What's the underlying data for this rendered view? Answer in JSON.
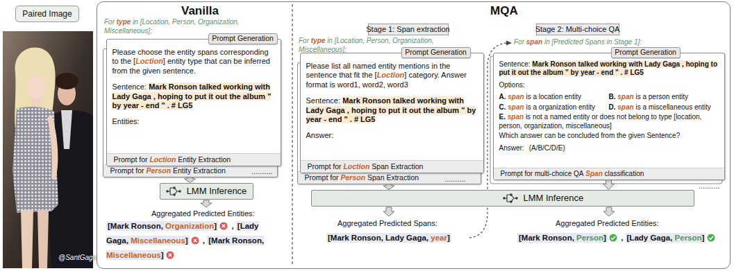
{
  "diagram": {
    "nodes": [
      {
        "text": [
          "Paired Image"
        ]
      },
      {
        "text": [
          "Vanilla",
          "MQA"
        ]
      },
      {
        "text": [
          "Prompt for",
          "Person",
          "Entity Extraction"
        ],
        "in": 1
      },
      {
        "text": [
          "Please choose the entity spans corresponding to the [",
          "Loction",
          "] entity type that can be inferred from the given sentence.",
          "Sentence:",
          "Mark Ronson talked working with Lady Gaga , hoping to put it out the album \" by year - end \" . # LG5",
          "Entities:",
          "Prompt for",
          "Loction",
          "Entity Extraction"
        ],
        "in": 1
      },
      {
        "text": [
          "Prompt Generation"
        ],
        "in": 3
      },
      {
        "text": [
          "LMM Inference"
        ],
        "in": 1
      },
      {
        "text": [
          "Stage 1: Span extraction"
        ],
        "in": 1
      },
      {
        "text": [
          "Prompt for",
          "Person",
          "Span Extraction"
        ],
        "in": 1
      },
      {
        "text": [
          "Please list all named entity mentions in the sentence that fit the [",
          "Loction",
          "] category. Answer format is word1, word2, word3",
          "Sentence:",
          "Mark Ronson talked working with Lady Gaga , hoping to put it out the album \" by year - end \" . # LG5",
          "Answer:",
          "Prompt for",
          "Loction",
          "Span Extraction"
        ],
        "in": 1
      },
      {
        "text": [
          "Prompt Generation"
        ],
        "in": 8
      },
      {
        "text": [
          "Stage 2: Multi-choice QA"
        ],
        "in": 1
      },
      {
        "text": [
          "Sentence:",
          "Mark Ronson talked working with Lady Gaga , hoping to put it out the album \" by year - end \" . # LG5",
          "Options:",
          "A.",
          "span",
          "is a location entity",
          "B.",
          "span",
          "is a person entity",
          "C.",
          "span",
          "is a organization entity",
          "D.",
          "span",
          "is a miscellaneous entity",
          "E.",
          "span",
          "is not a named entity or does not belong to type [location, person, organization, miscellaneous]",
          "Which answer can be concluded from the given Sentence?",
          "Answer:",
          "(A/B/C/D/E)",
          "Prompt for multi-choice QA",
          "Span",
          "classification"
        ],
        "in": 1
      },
      {
        "text": [
          "Prompt Generation"
        ],
        "in": 11
      },
      {
        "text": [
          "LMM Inference"
        ],
        "in": 1
      }
    ],
    "edges": [
      {
        "from": 2,
        "to": 5,
        "arrow": "to"
      },
      {
        "from": 7,
        "to": 13,
        "arrow": "to"
      },
      {
        "from": 11,
        "to": 13,
        "arrow": "to"
      }
    ],
    "labels": [
      "For",
      "type",
      "in [Location, Person, Organization, Miscellaneous];",
      "For",
      "type",
      "in [Location, Person, Organization, Miscellaneous];",
      "For",
      "span",
      "in [Predicted Spans in Stage 1]:",
      "..........",
      "..........",
      "..........",
      "Aggregated Predicted Entities:",
      "[Mark Ronson,",
      "Organization",
      "]",
      ",",
      "[Lady Gaga,",
      "Miscellaneous",
      "]",
      ",",
      "[Mark Ronson,",
      "Miscellaneous",
      "]",
      "Aggregated Predicted Spans:",
      "[Mark Ronson, Lady Gaga,",
      "year",
      "]",
      "Aggregated Predicted Entities:",
      "[Mark Ronson,",
      "Person",
      "]",
      ",",
      "[Lady Gaga,",
      "Person",
      "]",
      "@SantGaga"
    ]
  }
}
